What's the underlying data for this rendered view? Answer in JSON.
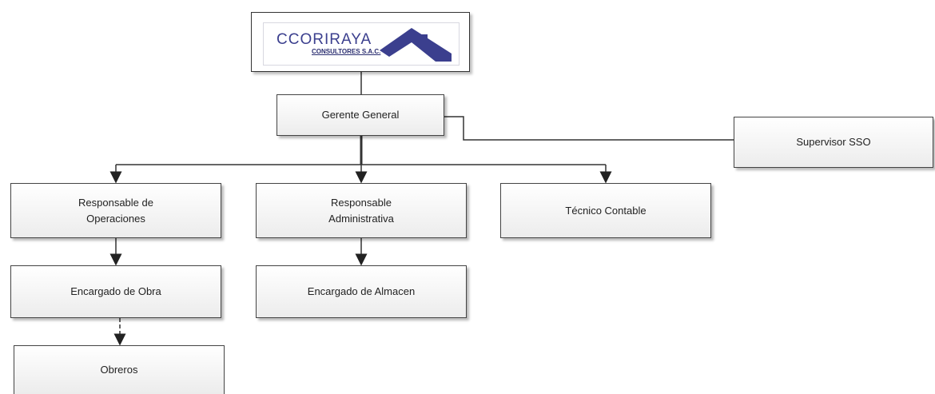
{
  "company": {
    "name": "CCORIRAYA",
    "sub": "CONSULTORES S.A.C.",
    "brand_color": "#3b3f8e"
  },
  "nodes": {
    "gerente": "Gerente General",
    "supervisor": "Supervisor SSO",
    "operaciones": "Responsable de\nOperaciones",
    "administrativa": "Responsable\nAdministrativa",
    "contable": "Técnico Contable",
    "obra": "Encargado de Obra",
    "almacen": "Encargado de Almacen",
    "obreros": "Obreros"
  },
  "colors": {
    "line": "#333333",
    "box_border": "#444444"
  }
}
